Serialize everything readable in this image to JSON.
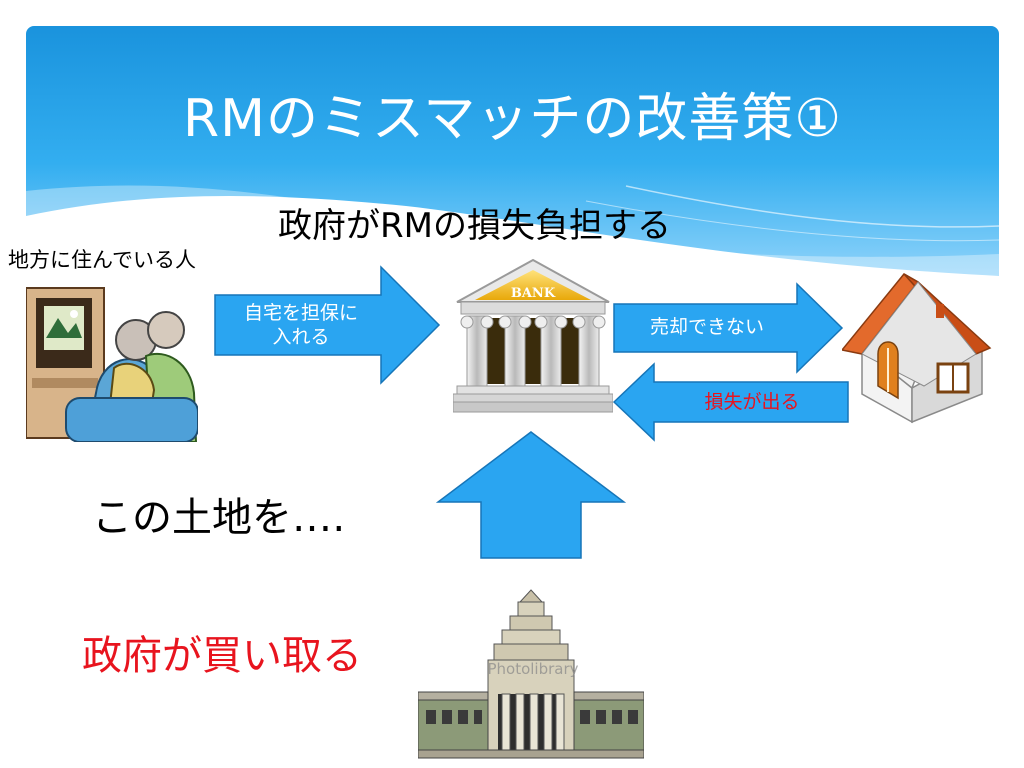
{
  "slide": {
    "title": "RMのミスマッチの改善策①",
    "subtitle": "政府がRMの損失負担する",
    "resident_label": "地方に住んでいる人",
    "arrow_mortgage": "自宅を担保に入れる",
    "arrow_mortgage_line1": "自宅を担保に",
    "arrow_mortgage_line2": "入れる",
    "arrow_cannot_sell": "売却できない",
    "arrow_loss": "損失が出る",
    "land_text": "この土地を‥‥",
    "government_buys": "政府が買い取る",
    "bank_sign": "BANK",
    "watermark": "Photolibrary"
  },
  "icons": [
    "elderly-couple-tv-icon",
    "bank-icon",
    "house-icon",
    "diet-building-icon"
  ],
  "colors": {
    "header_blue": "#1e9be3",
    "arrow_blue": "#2aa5f1",
    "red_text": "#e8141e",
    "bank_gold": "#f5c318",
    "house_roof": "#d9561e"
  }
}
